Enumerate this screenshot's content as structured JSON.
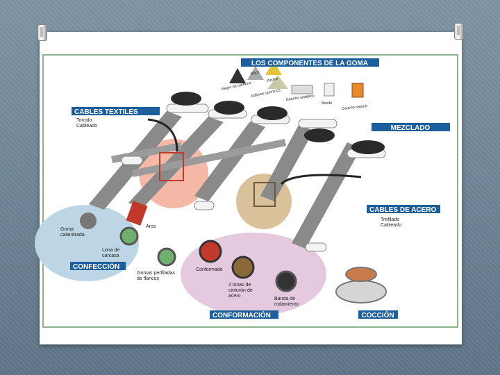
{
  "header": {
    "title": "LOS COMPONENTES DE LA GOMA",
    "components": [
      "Negro de carbono",
      "Silice",
      "Azufre",
      "Aditivos químicos",
      "Caucho sintético",
      "Aceite",
      "Caucho natural"
    ]
  },
  "textiles": {
    "title": "CABLES TEXTILES",
    "items": [
      "Torcido",
      "Cableado"
    ]
  },
  "mezclado": "MEZCLADO",
  "acero": {
    "title": "CABLES DE ACERO",
    "items": [
      "Trefilado",
      "Cableado"
    ]
  },
  "confeccion": {
    "title": "CONFECCIÓN",
    "goma": [
      "Goma",
      "calandrada"
    ],
    "aros": "Aros",
    "lona": [
      "Lona de",
      "carcasa"
    ],
    "gomas": [
      "Gomas perfiladas",
      "de flancos"
    ]
  },
  "conformacion": {
    "title": "CONFORMACIÓN",
    "conformado": "Conformado",
    "lonas": [
      "2 lonas de",
      "cinturón de",
      "acero"
    ],
    "banda": [
      "Banda de",
      "rodamiento"
    ]
  },
  "coccion": "COCCIÓN",
  "colors": {
    "label_blue": "#1d5f9c",
    "pink_zone": "#f4b9a6",
    "tan_zone": "#d9c29a",
    "blue_zone": "#bcd6e6",
    "mauve_zone": "#e4c9df"
  }
}
